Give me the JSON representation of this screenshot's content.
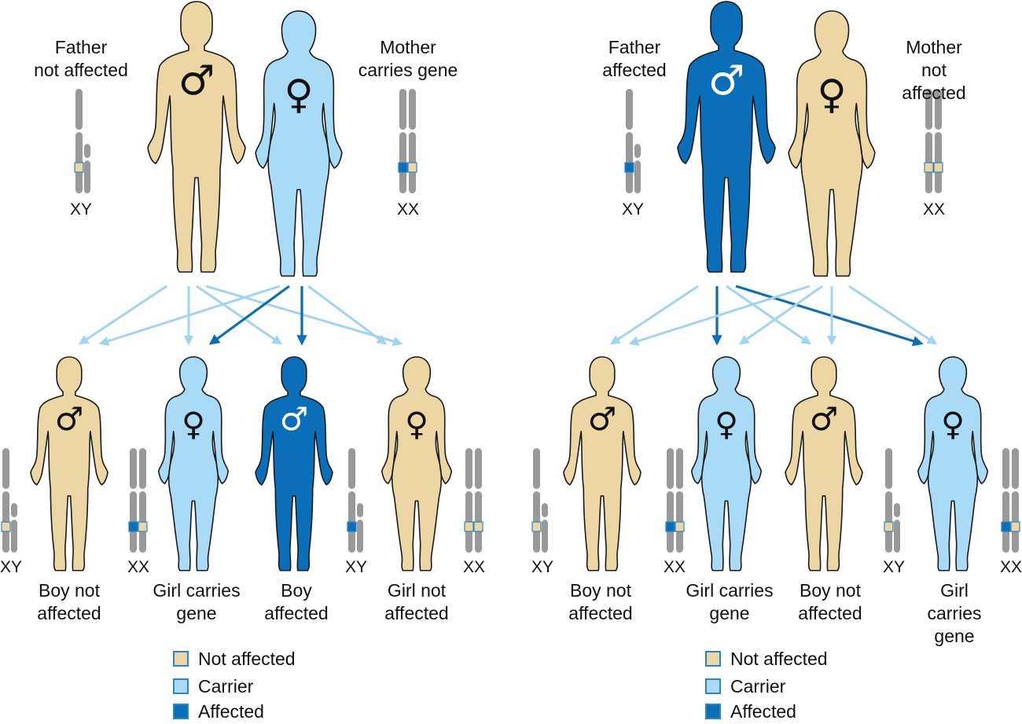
{
  "colors": {
    "not_affected": "#ecd6a3",
    "carrier": "#a9dbf6",
    "affected": "#0a6fb8",
    "chromosome": "#999999",
    "arrow_light": "#9fd4f2",
    "arrow_dark": "#0a6fb8",
    "outline": "#2a86c4",
    "symbol": "#111111",
    "symbol_on_dark": "#ffffff"
  },
  "symbols": {
    "male": "♂",
    "female": "♀"
  },
  "genotypes": {
    "male": "XY",
    "female": "XX"
  },
  "left_panel": {
    "father": {
      "label": "Father\nnot affected",
      "status": "not_affected",
      "genotype": "XY"
    },
    "mother": {
      "label": "Mother\ncarries gene",
      "status": "carrier",
      "genotype": "XX"
    },
    "children": [
      {
        "label": "Boy not\naffected",
        "sex": "male",
        "status": "not_affected",
        "genotype": "XY"
      },
      {
        "label": "Girl carries\ngene",
        "sex": "female",
        "status": "carrier",
        "genotype": "XX"
      },
      {
        "label": "Boy\naffected",
        "sex": "male",
        "status": "affected",
        "genotype": "XY"
      },
      {
        "label": "Girl not\naffected",
        "sex": "female",
        "status": "not_affected",
        "genotype": "XX"
      }
    ]
  },
  "right_panel": {
    "father": {
      "label": "Father\naffected",
      "status": "affected",
      "genotype": "XY"
    },
    "mother": {
      "label": "Mother\nnot affected",
      "status": "not_affected",
      "genotype": "XX"
    },
    "children": [
      {
        "label": "Boy not\naffected",
        "sex": "male",
        "status": "not_affected",
        "genotype": "XY"
      },
      {
        "label": "Girl carries\ngene",
        "sex": "female",
        "status": "carrier",
        "genotype": "XX"
      },
      {
        "label": "Boy not\naffected",
        "sex": "male",
        "status": "not_affected",
        "genotype": "XY"
      },
      {
        "label": "Girl carries\ngene",
        "sex": "female",
        "status": "carrier",
        "genotype": "XX"
      }
    ]
  },
  "legend": {
    "not_affected": "Not affected",
    "carrier": "Carrier",
    "affected": "Affected"
  }
}
